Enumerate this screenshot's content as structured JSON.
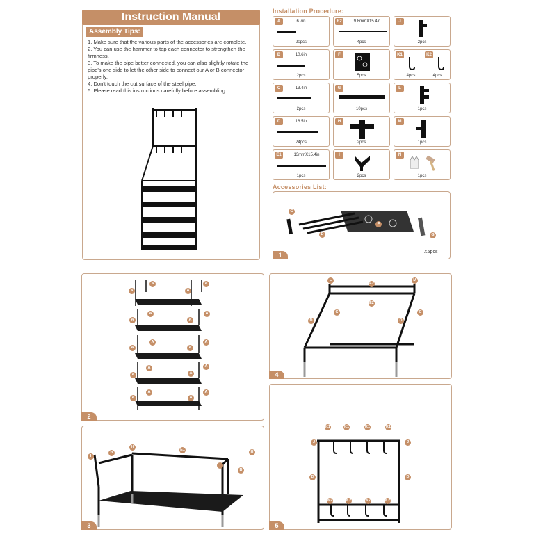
{
  "manual": {
    "title": "Instruction Manual",
    "tips_heading": "Assembly Tips:",
    "tips": [
      "1. Make sure that the various parts of the accessories are complete.",
      "2. You can use the hammer to tap each connector to strengthen the firmness.",
      "3. To make the pipe better connected, you can also slightly rotate the pipe's one side to let the other side to connect our A or B connector properly.",
      "4. Don't touch the cut surface of the steel pipe.",
      "5. Please read this instructions carefully before assembling."
    ]
  },
  "procedure": {
    "title": "Installation Procedure:",
    "parts": [
      {
        "code": "A",
        "dim": "6.7in",
        "qty": "20pcs"
      },
      {
        "code": "E2",
        "dim": "9.8mmX15.4in",
        "qty": "4pcs"
      },
      {
        "code": "J",
        "dim": "",
        "qty": "2pcs"
      },
      {
        "code": "B",
        "dim": "10.6in",
        "qty": "2pcs"
      },
      {
        "code": "F",
        "dim": "",
        "qty": "5pcs"
      },
      {
        "code": "K1",
        "dim": "",
        "qty": "4pcs"
      },
      {
        "code": "K2",
        "dim": "",
        "qty": "4pcs"
      },
      {
        "code": "C",
        "dim": "13.4in",
        "qty": "2pcs"
      },
      {
        "code": "G",
        "dim": "",
        "qty": "10pcs"
      },
      {
        "code": "L",
        "dim": "",
        "qty": "1pcs"
      },
      {
        "code": "D",
        "dim": "16.5in",
        "qty": "24pcs"
      },
      {
        "code": "H",
        "dim": "",
        "qty": "2pcs"
      },
      {
        "code": "M",
        "dim": "",
        "qty": "1pcs"
      },
      {
        "code": "E1",
        "dim": "13mmX15.4in",
        "qty": "1pcs"
      },
      {
        "code": "I",
        "dim": "",
        "qty": "2pcs"
      },
      {
        "code": "N",
        "dim": "",
        "qty": "1pcs"
      }
    ]
  },
  "accessories": {
    "title": "Accessories List:",
    "step": "1",
    "labels": [
      "G",
      "F",
      "D",
      "G"
    ],
    "quantity": "X5pcs"
  },
  "steps": [
    {
      "number": "2",
      "labels": [
        "A"
      ]
    },
    {
      "number": "3",
      "labels": [
        "I",
        "B",
        "H",
        "E1",
        "H",
        "I",
        "B"
      ]
    },
    {
      "number": "4",
      "labels": [
        "L",
        "E2",
        "M",
        "E2",
        "C",
        "D",
        "D",
        "C"
      ]
    },
    {
      "number": "5",
      "labels": [
        "K1",
        "K1",
        "K1",
        "K1",
        "J",
        "J",
        "D",
        "D",
        "K2",
        "K2",
        "K2",
        "K2"
      ]
    }
  ],
  "colors": {
    "accent": "#c58f67",
    "metal": "#111111",
    "border": "#c9a88e"
  }
}
